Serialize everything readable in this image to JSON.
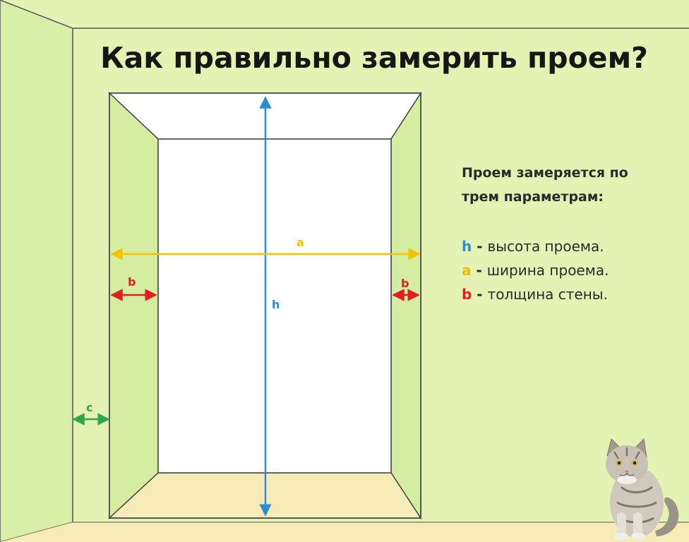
{
  "title": "Как правильно замерить проем?",
  "description": {
    "heading_line1": "Проем замеряется по",
    "heading_line2": "трем параметрам:"
  },
  "legend": [
    {
      "symbol": "h",
      "separator": " - ",
      "text": "высота проема.",
      "color": "#2a8ed0"
    },
    {
      "symbol": "a",
      "separator": " - ",
      "text": "ширина проема.",
      "color": "#f0b800"
    },
    {
      "symbol": "b",
      "separator": " - ",
      "text": "толщина стены.",
      "color": "#e02020"
    }
  ],
  "diagram_labels": {
    "height": "h",
    "width": "a",
    "thickness_left": "b",
    "thickness_right": "b",
    "wall_offset": "c"
  },
  "colors": {
    "wall": "#e4f3b3",
    "wall_side": "#d5eda0",
    "floor": "#f7ebb8",
    "opening": "#ffffff",
    "height_arrow": "#2a8ed0",
    "width_arrow": "#f0c400",
    "thickness_arrow": "#e02020",
    "offset_arrow": "#2ea84a",
    "title_text": "#161616"
  },
  "mascot": "cat-illustration"
}
